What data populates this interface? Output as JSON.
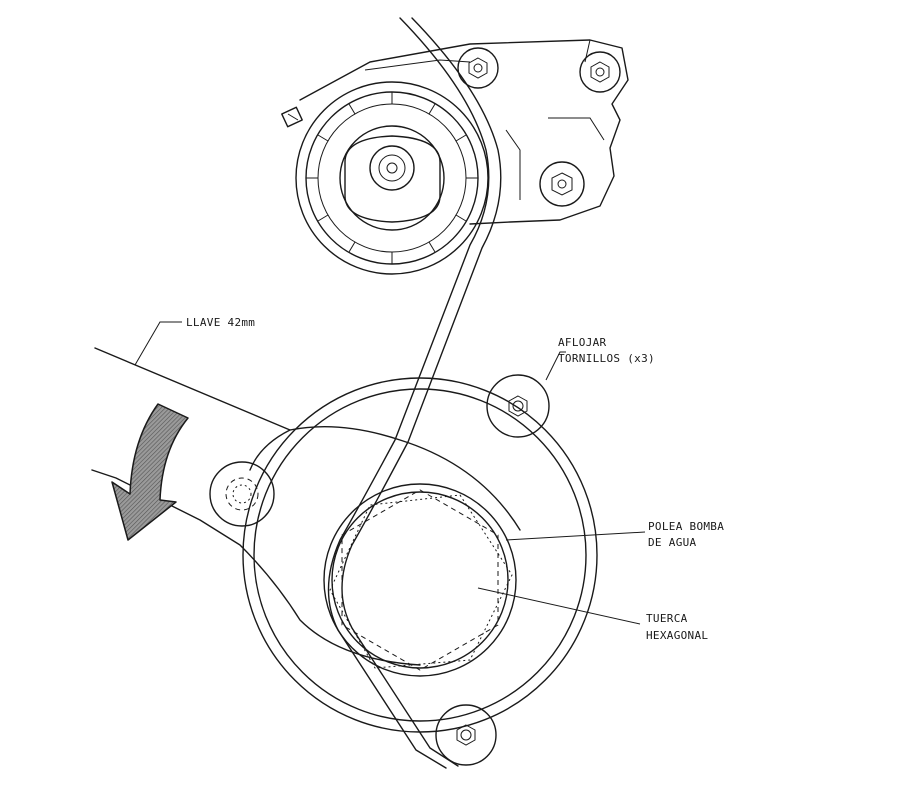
{
  "labels": {
    "wrench": "LLAVE 42mm",
    "loosen_line1": "AFLOJAR",
    "loosen_line2": "TORNILLOS (x3)",
    "pulley_line1": "POLEA BOMBA",
    "pulley_line2": "DE AGUA",
    "nut_line1": "TUERCA",
    "nut_line2": "HEXAGONAL"
  },
  "icons": {
    "direction_arrow": "curved-arrow-icon",
    "bolt": "hex-bolt-icon"
  }
}
